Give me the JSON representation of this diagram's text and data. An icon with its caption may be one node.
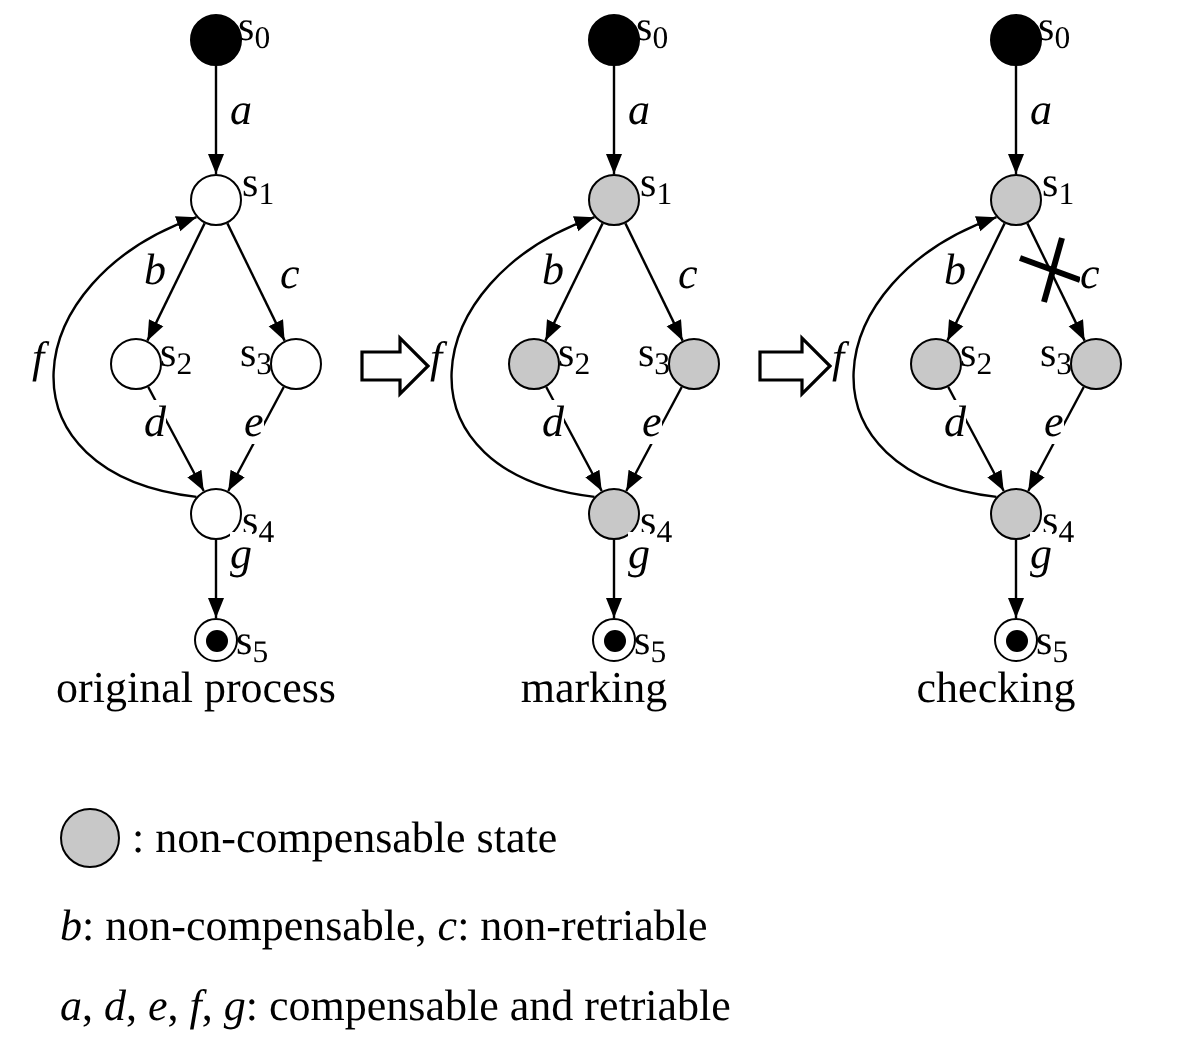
{
  "diagram": {
    "nodes": [
      {
        "text": [
          "original process"
        ]
      },
      {
        "text": [],
        "shape": "dot",
        "in": 0,
        "beside": [
          "s$_{0}$"
        ]
      },
      {
        "text": [],
        "shape": "circle",
        "in": 0,
        "beside": [
          "s$_{1}$"
        ]
      },
      {
        "text": [],
        "shape": "circle",
        "in": 0,
        "beside": [
          "s$_{2}$"
        ]
      },
      {
        "text": [],
        "shape": "circle",
        "in": 0,
        "beside": [
          "s$_{3}$"
        ]
      },
      {
        "text": [],
        "shape": "circle",
        "in": 0,
        "beside": [
          "s$_{4}$"
        ]
      },
      {
        "text": [],
        "shape": "bullseye",
        "in": 0,
        "beside": [
          "s$_{5}$"
        ]
      },
      {
        "text": [
          "marking"
        ]
      },
      {
        "text": [],
        "shape": "dot",
        "in": 7,
        "beside": [
          "s$_{0}$"
        ]
      },
      {
        "text": [],
        "shape": "circle",
        "in": 7,
        "beside": [
          "s$_{1}$"
        ]
      },
      {
        "text": [],
        "shape": "circle",
        "in": 7,
        "beside": [
          "s$_{2}$"
        ]
      },
      {
        "text": [],
        "shape": "circle",
        "in": 7,
        "beside": [
          "s$_{3}$"
        ]
      },
      {
        "text": [],
        "shape": "circle",
        "in": 7,
        "beside": [
          "s$_{4}$"
        ]
      },
      {
        "text": [],
        "shape": "bullseye",
        "in": 7,
        "beside": [
          "s$_{5}$"
        ]
      },
      {
        "text": [
          "checking"
        ]
      },
      {
        "text": [],
        "shape": "dot",
        "in": 14,
        "beside": [
          "s$_{0}$"
        ]
      },
      {
        "text": [],
        "shape": "circle",
        "in": 14,
        "beside": [
          "s$_{1}$"
        ]
      },
      {
        "text": [],
        "shape": "circle",
        "in": 14,
        "beside": [
          "s$_{2}$"
        ]
      },
      {
        "text": [],
        "shape": "circle",
        "in": 14,
        "beside": [
          "s$_{3}$"
        ]
      },
      {
        "text": [],
        "shape": "circle",
        "in": 14,
        "beside": [
          "s$_{4}$"
        ]
      },
      {
        "text": [],
        "shape": "bullseye",
        "in": 14,
        "beside": [
          "s$_{5}$"
        ]
      }
    ],
    "edges": [
      {
        "from": 1,
        "to": 2,
        "arrow": "to",
        "label": "a"
      },
      {
        "from": 2,
        "to": 3,
        "arrow": "to",
        "label": "b"
      },
      {
        "from": 2,
        "to": 4,
        "arrow": "to",
        "label": "c"
      },
      {
        "from": 3,
        "to": 5,
        "arrow": "to",
        "label": "d"
      },
      {
        "from": 4,
        "to": 5,
        "arrow": "to",
        "label": "e"
      },
      {
        "from": 5,
        "to": 2,
        "arrow": "to",
        "label": "f"
      },
      {
        "from": 5,
        "to": 6,
        "arrow": "to",
        "label": "g"
      },
      {
        "from": 8,
        "to": 9,
        "arrow": "to",
        "label": "a"
      },
      {
        "from": 9,
        "to": 10,
        "arrow": "to",
        "label": "b"
      },
      {
        "from": 9,
        "to": 11,
        "arrow": "to",
        "label": "c"
      },
      {
        "from": 10,
        "to": 12,
        "arrow": "to",
        "label": "d"
      },
      {
        "from": 11,
        "to": 12,
        "arrow": "to",
        "label": "e"
      },
      {
        "from": 12,
        "to": 9,
        "arrow": "to",
        "label": "f"
      },
      {
        "from": 12,
        "to": 13,
        "arrow": "to",
        "label": "g"
      },
      {
        "from": 15,
        "to": 16,
        "arrow": "to",
        "label": "a"
      },
      {
        "from": 16,
        "to": 17,
        "arrow": "to",
        "label": "b"
      },
      {
        "from": 16,
        "to": 18,
        "arrow": "to",
        "label": "c"
      },
      {
        "from": 17,
        "to": 19,
        "arrow": "to",
        "label": "d"
      },
      {
        "from": 18,
        "to": 19,
        "arrow": "to",
        "label": "e"
      },
      {
        "from": 19,
        "to": 16,
        "arrow": "to",
        "label": "f"
      },
      {
        "from": 19,
        "to": 20,
        "arrow": "to",
        "label": "g"
      },
      {
        "from": 0,
        "to": 7,
        "arrow": "to",
        "style": "thick"
      },
      {
        "from": 7,
        "to": 14,
        "arrow": "to",
        "style": "thick"
      }
    ],
    "labels": [
      "*b*: non-compensable, *c*: non-retriable",
      "*a*, *d*, *e*, *f*, *g*: compensable and retriable"
    ],
    "legend": [
      {
        "text": ": non-compensable state",
        "color": "#c8c8c8"
      }
    ]
  }
}
